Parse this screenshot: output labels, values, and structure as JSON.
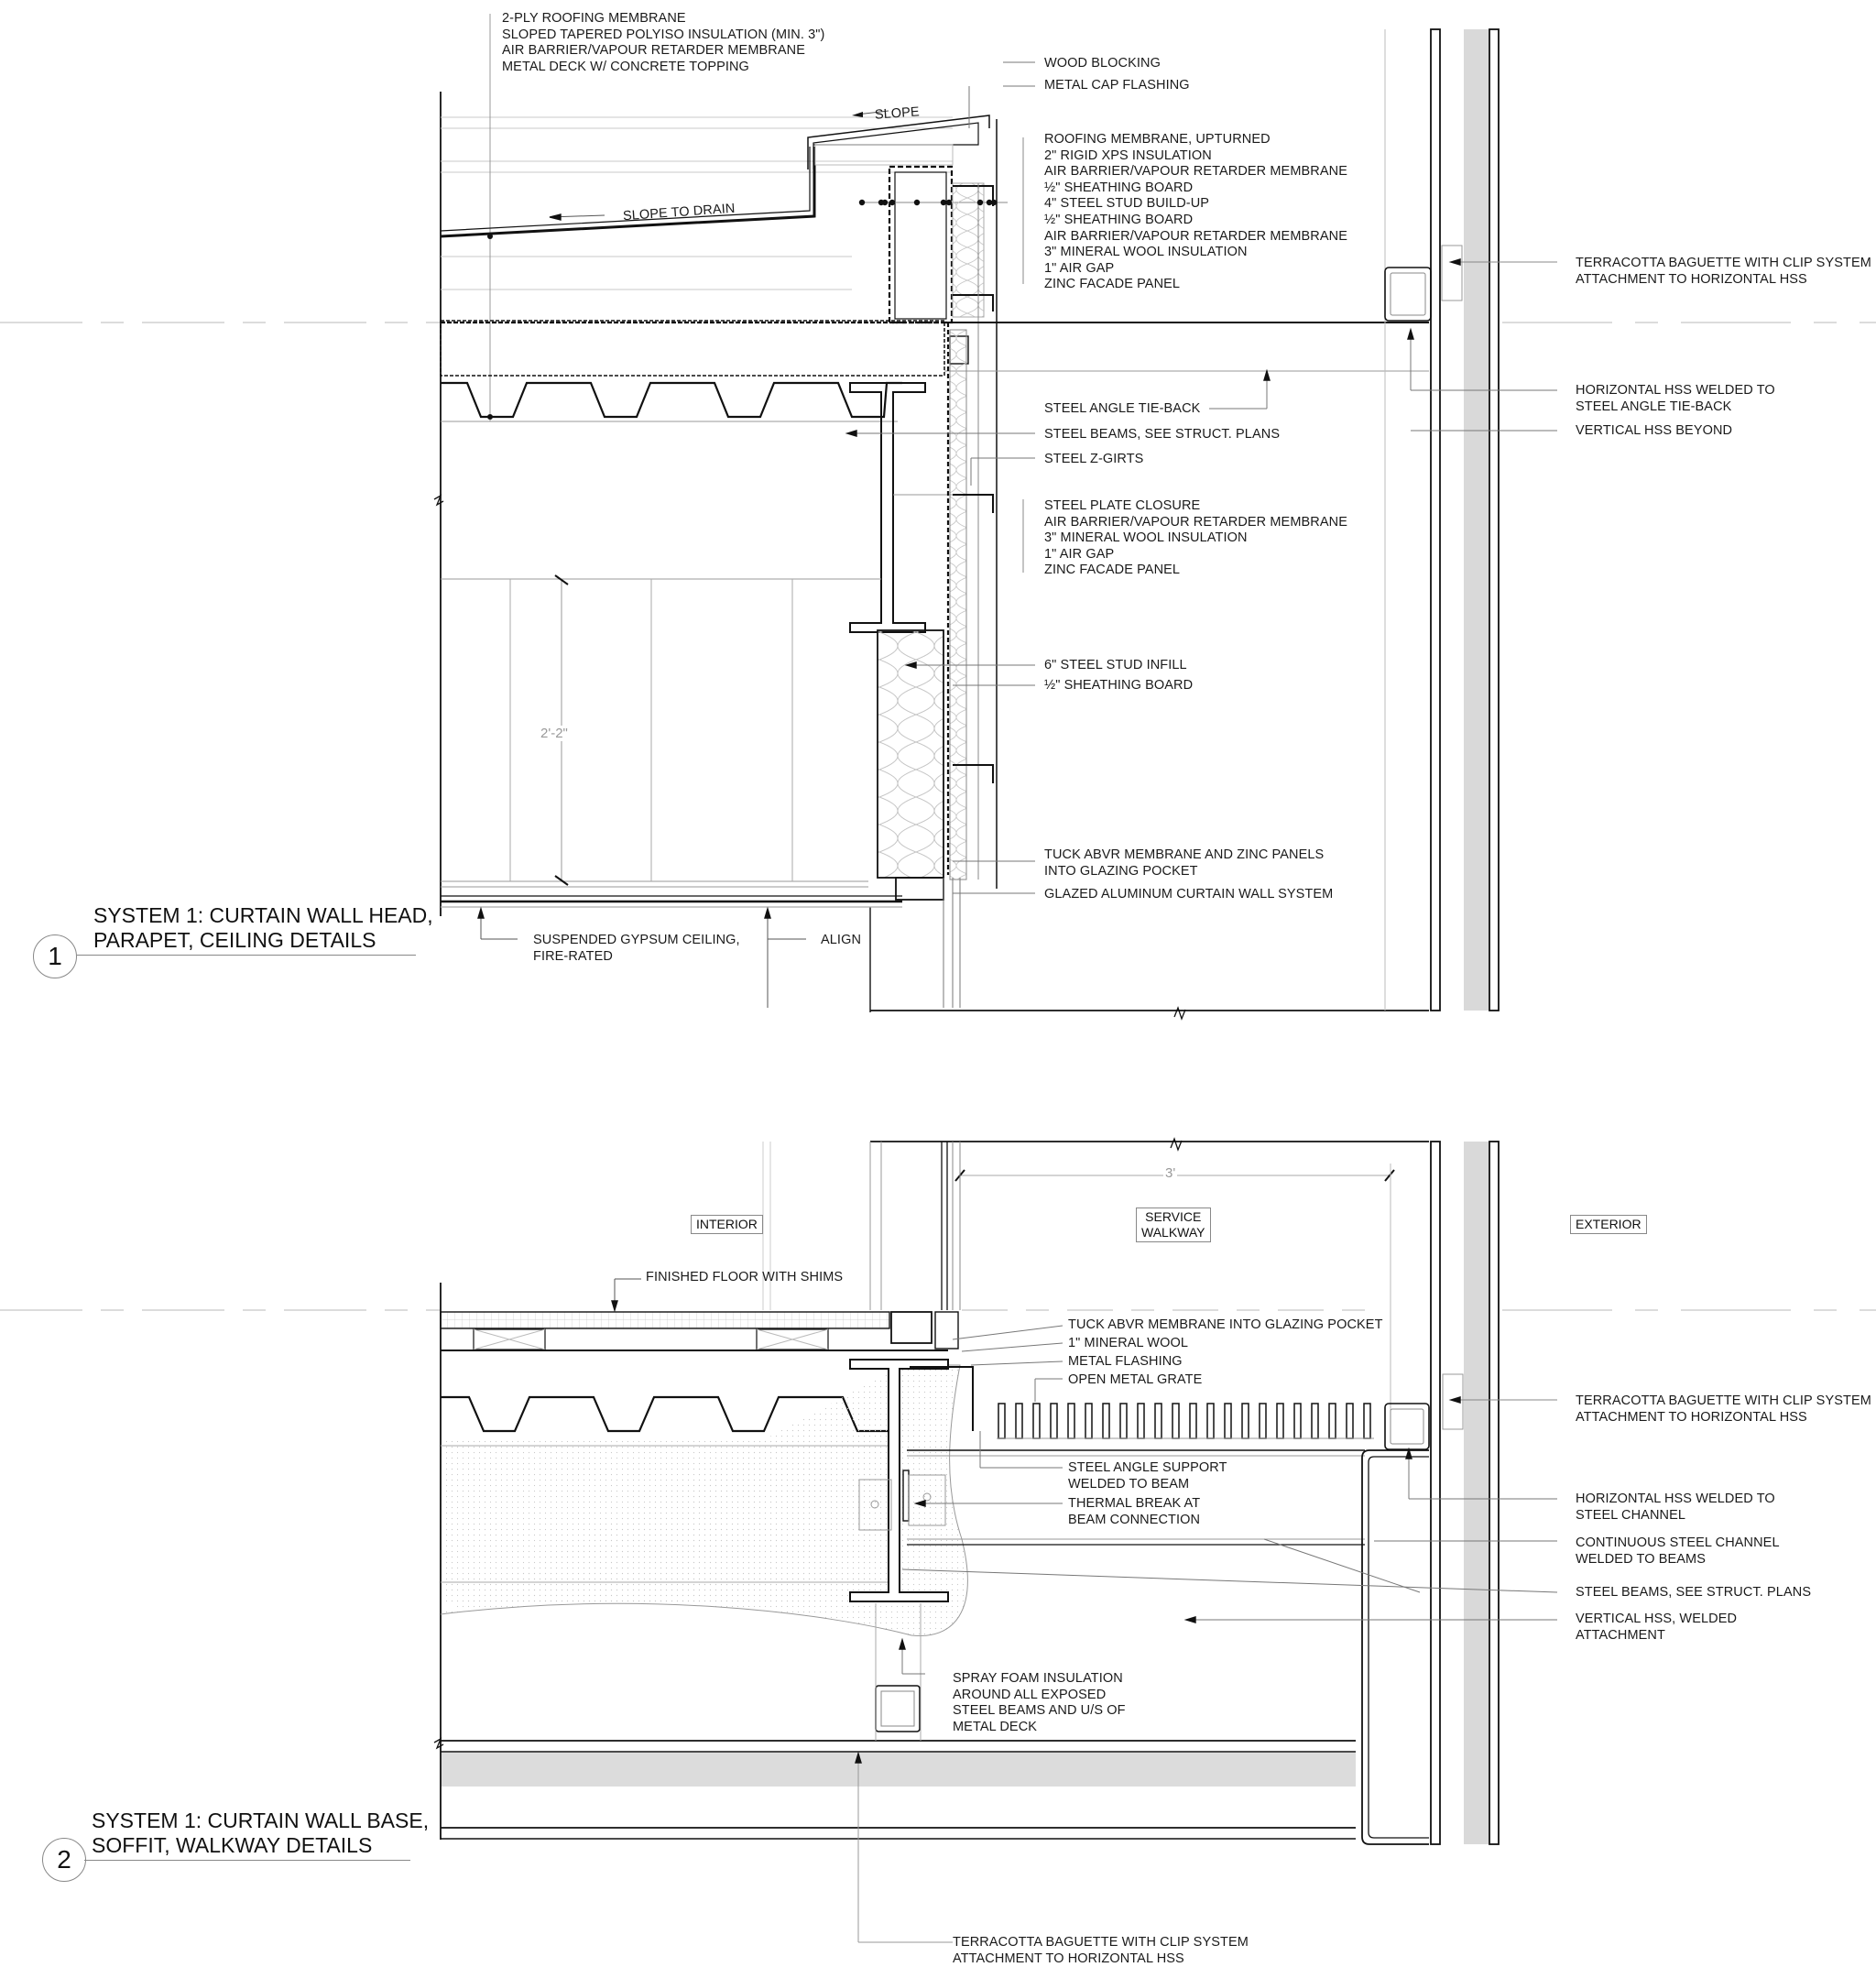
{
  "detail1": {
    "number": "1",
    "title_lines": [
      "SYSTEM 1: CURTAIN WALL HEAD,",
      "PARAPET, CEILING DETAILS"
    ],
    "dimension": "2'-2\"",
    "slope_label": "SLOPE",
    "slope_to_drain_label": "SLOPE TO DRAIN",
    "notes": {
      "roof_assembly": [
        "2-PLY ROOFING MEMBRANE",
        "SLOPED TAPERED POLYISO INSULATION (MIN. 3\")",
        "AIR BARRIER/VAPOUR RETARDER MEMBRANE",
        "METAL DECK W/ CONCRETE TOPPING"
      ],
      "wood_blocking": "WOOD BLOCKING",
      "metal_cap_flashing": "METAL CAP FLASHING",
      "parapet_assembly": [
        "ROOFING MEMBRANE, UPTURNED",
        "2\" RIGID XPS INSULATION",
        "AIR BARRIER/VAPOUR RETARDER MEMBRANE",
        "½\" SHEATHING BOARD",
        "4\" STEEL STUD BUILD-UP",
        "½\" SHEATHING BOARD",
        "AIR BARRIER/VAPOUR RETARDER MEMBRANE",
        "3\" MINERAL WOOL INSULATION",
        "1\" AIR GAP",
        "ZINC FACADE PANEL"
      ],
      "terracotta": [
        "TERRACOTTA BAGUETTE WITH CLIP SYSTEM",
        "ATTACHMENT TO HORIZONTAL HSS"
      ],
      "steel_angle_tieback": "STEEL ANGLE TIE-BACK",
      "horizontal_hss": [
        "HORIZONTAL HSS WELDED TO",
        "STEEL ANGLE TIE-BACK"
      ],
      "steel_beams": "STEEL BEAMS, SEE STRUCT. PLANS",
      "vertical_hss_beyond": "VERTICAL HSS BEYOND",
      "steel_z_girts": "STEEL Z-GIRTS",
      "closure_assembly": [
        "STEEL PLATE CLOSURE",
        "AIR BARRIER/VAPOUR RETARDER MEMBRANE",
        "3\" MINERAL WOOL INSULATION",
        "1\" AIR GAP",
        "ZINC FACADE PANEL"
      ],
      "stud_infill": "6\" STEEL STUD INFILL",
      "sheathing_board": "½\" SHEATHING BOARD",
      "tuck_abvr": [
        "TUCK ABVR MEMBRANE AND ZINC PANELS",
        "INTO GLAZING POCKET"
      ],
      "curtain_wall": "GLAZED ALUMINUM CURTAIN WALL SYSTEM",
      "ceiling": [
        "SUSPENDED GYPSUM CEILING,",
        "FIRE-RATED"
      ],
      "align": "ALIGN"
    }
  },
  "detail2": {
    "number": "2",
    "title_lines": [
      "SYSTEM 1: CURTAIN WALL BASE,",
      "SOFFIT, WALKWAY DETAILS"
    ],
    "dimension": "3'",
    "zones": {
      "interior": "INTERIOR",
      "service_walkway": [
        "SERVICE",
        "WALKWAY"
      ],
      "exterior": "EXTERIOR"
    },
    "notes": {
      "finished_floor": "FINISHED FLOOR WITH SHIMS",
      "tuck_abvr": "TUCK ABVR MEMBRANE INTO GLAZING POCKET",
      "mineral_wool": "1\" MINERAL WOOL",
      "metal_flashing": "METAL FLASHING",
      "open_metal_grate": "OPEN METAL GRATE",
      "terracotta": [
        "TERRACOTTA BAGUETTE WITH CLIP SYSTEM",
        "ATTACHMENT TO HORIZONTAL HSS"
      ],
      "steel_angle_support": [
        "STEEL ANGLE SUPPORT",
        "WELDED TO BEAM"
      ],
      "thermal_break": [
        "THERMAL BREAK AT",
        "BEAM CONNECTION"
      ],
      "horizontal_hss": [
        "HORIZONTAL HSS WELDED TO",
        "STEEL CHANNEL"
      ],
      "continuous_channel": [
        "CONTINUOUS STEEL CHANNEL",
        "WELDED TO BEAMS"
      ],
      "steel_beams": "STEEL BEAMS, SEE STRUCT. PLANS",
      "vertical_hss": [
        "VERTICAL HSS, WELDED",
        "ATTACHMENT"
      ],
      "spray_foam": [
        "SPRAY FOAM INSULATION",
        "AROUND ALL EXPOSED",
        "STEEL BEAMS AND U/S OF",
        "METAL DECK"
      ],
      "terracotta_soffit": [
        "TERRACOTTA BAGUETTE WITH CLIP SYSTEM",
        "ATTACHMENT TO HORIZONTAL HSS"
      ]
    }
  },
  "colors": {
    "line": "#111111",
    "light_line": "#9a9a9a",
    "fill_gray": "#d9d9d9",
    "text": "#1a1a1a"
  }
}
